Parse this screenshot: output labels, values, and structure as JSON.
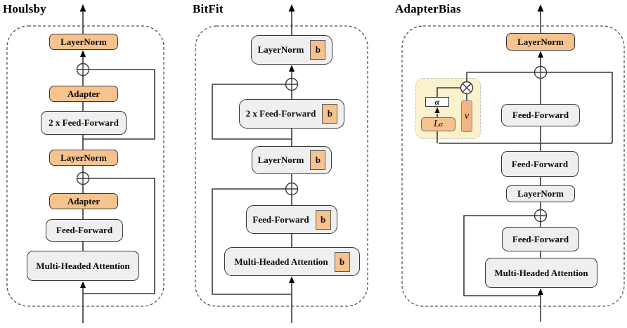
{
  "figure": {
    "description_nodes": {
      "add_node": "circle-plus",
      "multiply_node": "circle-times"
    }
  },
  "colors": {
    "block_orange": "#F6C28E",
    "block_gray": "#EFEFEF",
    "module_yellow": "#FBF1CD",
    "line": "#3a3a3a"
  },
  "panels": [
    {
      "title": "Houlsby",
      "blocks": [
        {
          "label": "LayerNorm"
        },
        {
          "label": "Adapter"
        },
        {
          "label": "2 x Feed-Forward"
        },
        {
          "label": "LayerNorm"
        },
        {
          "label": "Adapter"
        },
        {
          "label": "Feed-Forward"
        },
        {
          "label": "Multi-Headed Attention"
        }
      ]
    },
    {
      "title": "BitFit",
      "bias_label": "b",
      "blocks": [
        {
          "label": "LayerNorm"
        },
        {
          "label": "2 x Feed-Forward"
        },
        {
          "label": "LayerNorm"
        },
        {
          "label": "Feed-Forward"
        },
        {
          "label": "Multi-Headed Attention"
        }
      ]
    },
    {
      "title": "AdapterBias",
      "blocks": [
        {
          "label": "LayerNorm"
        },
        {
          "label": "Feed-Forward"
        },
        {
          "label": "Feed-Forward"
        },
        {
          "label": "LayerNorm"
        },
        {
          "label": "Feed-Forward"
        },
        {
          "label": "Multi-Headed Attention"
        }
      ],
      "adapter_module": {
        "alpha": "α",
        "l_base": "L",
        "l_sub": "α",
        "v": "v"
      }
    }
  ]
}
